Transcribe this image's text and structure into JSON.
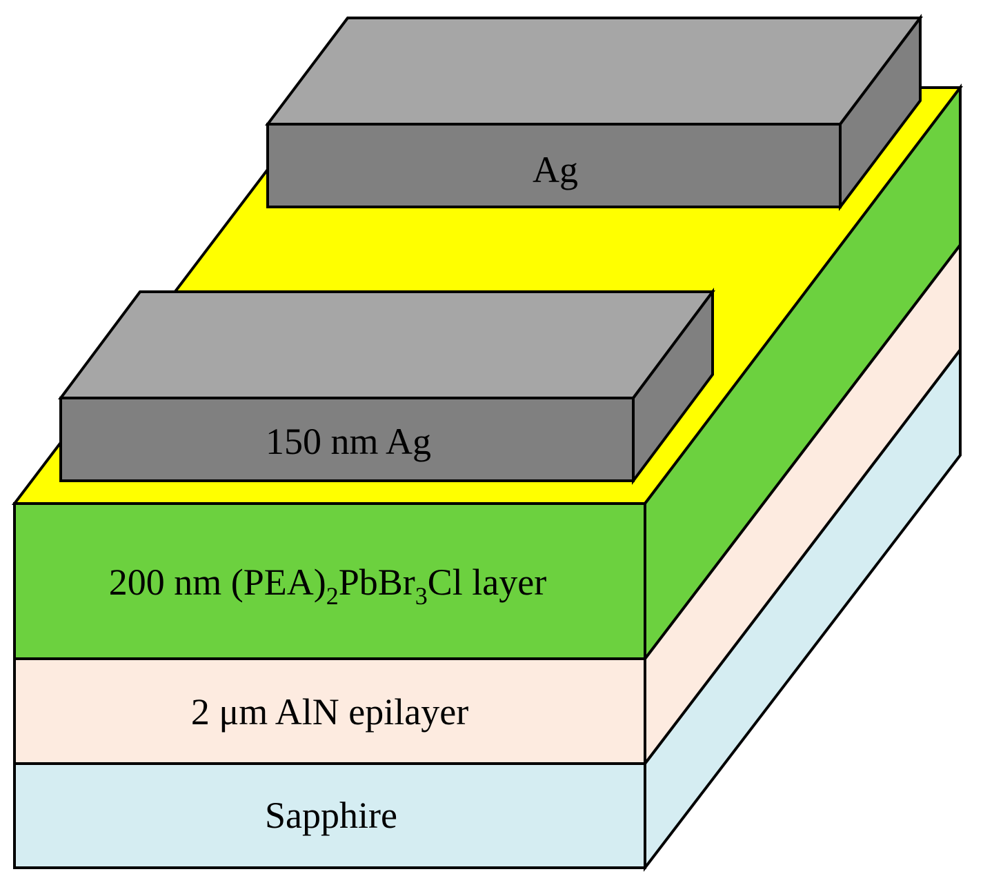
{
  "colors": {
    "sapphire": "#d5edf2",
    "aln": "#fdebe0",
    "perovskite": "#6cd13f",
    "perovskite_top": "#ffff00",
    "ag_front": "#808080",
    "ag_top": "#a6a6a6",
    "outline": "#000000"
  },
  "layers": {
    "sapphire": {
      "label": "Sapphire"
    },
    "aln": {
      "label": "2 μm AlN epilayer"
    },
    "perovskite": {
      "label_prefix": "200 nm (PEA)",
      "sub_1": "2",
      "label_mid": "PbBr",
      "sub_2": "3",
      "label_suffix": "Cl layer"
    },
    "electrode_front": {
      "label": "150 nm Ag"
    },
    "electrode_back": {
      "label": "Ag"
    }
  }
}
